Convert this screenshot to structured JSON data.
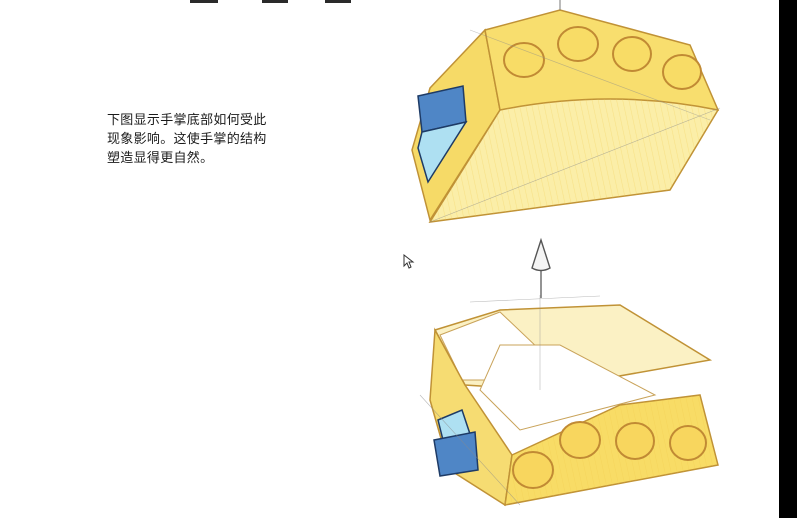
{
  "caption": {
    "lines": [
      "下图显示手掌底部如何受此",
      "现象影响。这使手掌的结构",
      "塑造显得更自然。"
    ]
  },
  "illustration": {
    "top_palm": "palm-base-sketch-upper",
    "bottom_palm": "palm-base-sketch-lower",
    "arrow": "up-arrow",
    "colors": {
      "yellow_fill": "#f8e27a",
      "yellow_light": "#fbeea8",
      "outline": "#b8863a",
      "pencil": "#777777",
      "blue_dark": "#4f86c6",
      "blue_light": "#aee0f2"
    }
  },
  "cursor": {
    "icon": "mouse-pointer-icon"
  }
}
